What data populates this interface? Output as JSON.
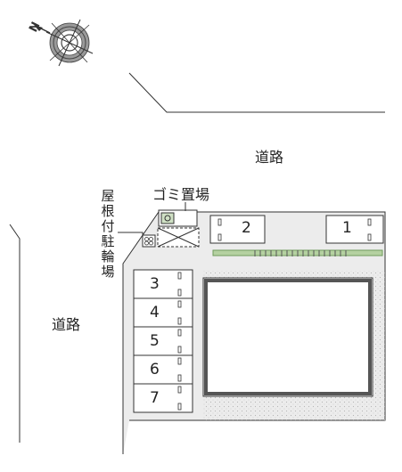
{
  "labels": {
    "road_north": "道路",
    "road_west": "道路",
    "garbage": "ゴミ置場",
    "bike_parking": "屋\n根\n付\n駐\n輪\n場"
  },
  "parking_spaces": [
    {
      "number": "1"
    },
    {
      "number": "2"
    },
    {
      "number": "3"
    },
    {
      "number": "4"
    },
    {
      "number": "5"
    },
    {
      "number": "6"
    },
    {
      "number": "7"
    }
  ],
  "compass": {
    "north_label": "N"
  },
  "colors": {
    "line": "#333333",
    "lot_fill": "#eeeeee",
    "building_fill": "#ffffff",
    "hedge": "#7fa86a",
    "dots": "#b7b7b7"
  }
}
